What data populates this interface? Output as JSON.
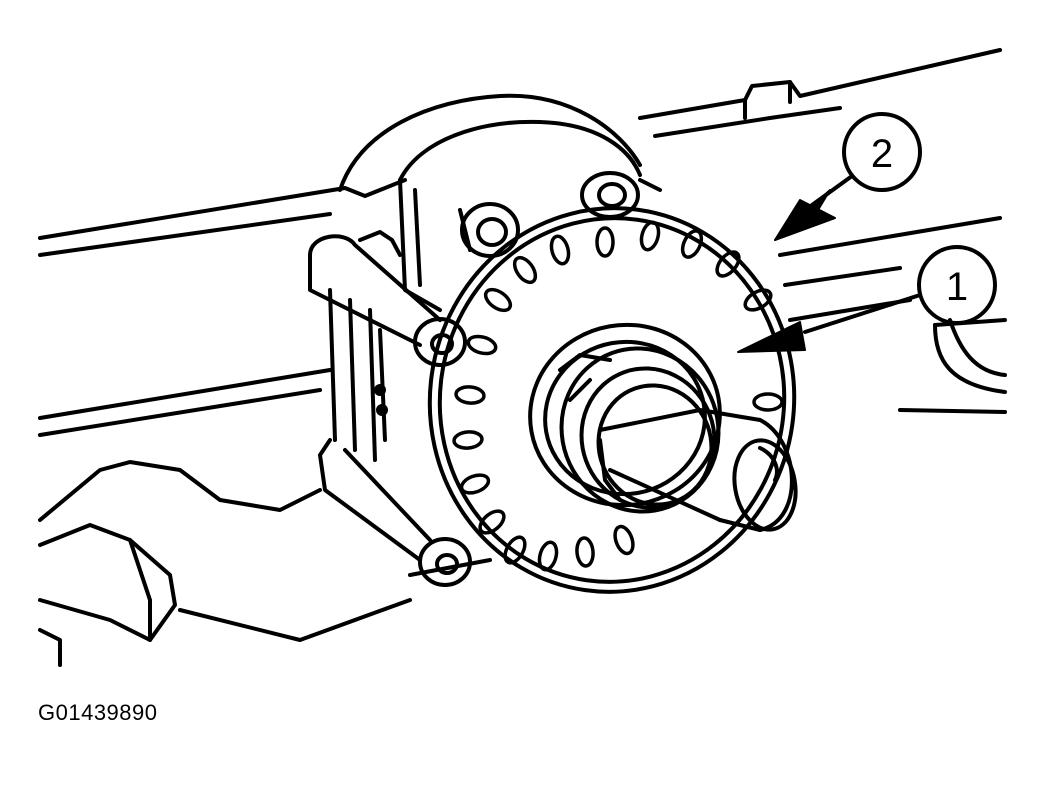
{
  "figure": {
    "code": "G01439890",
    "callouts": [
      {
        "label": "1"
      },
      {
        "label": "2"
      }
    ]
  },
  "colors": {
    "line": "#000000",
    "background": "#ffffff"
  }
}
